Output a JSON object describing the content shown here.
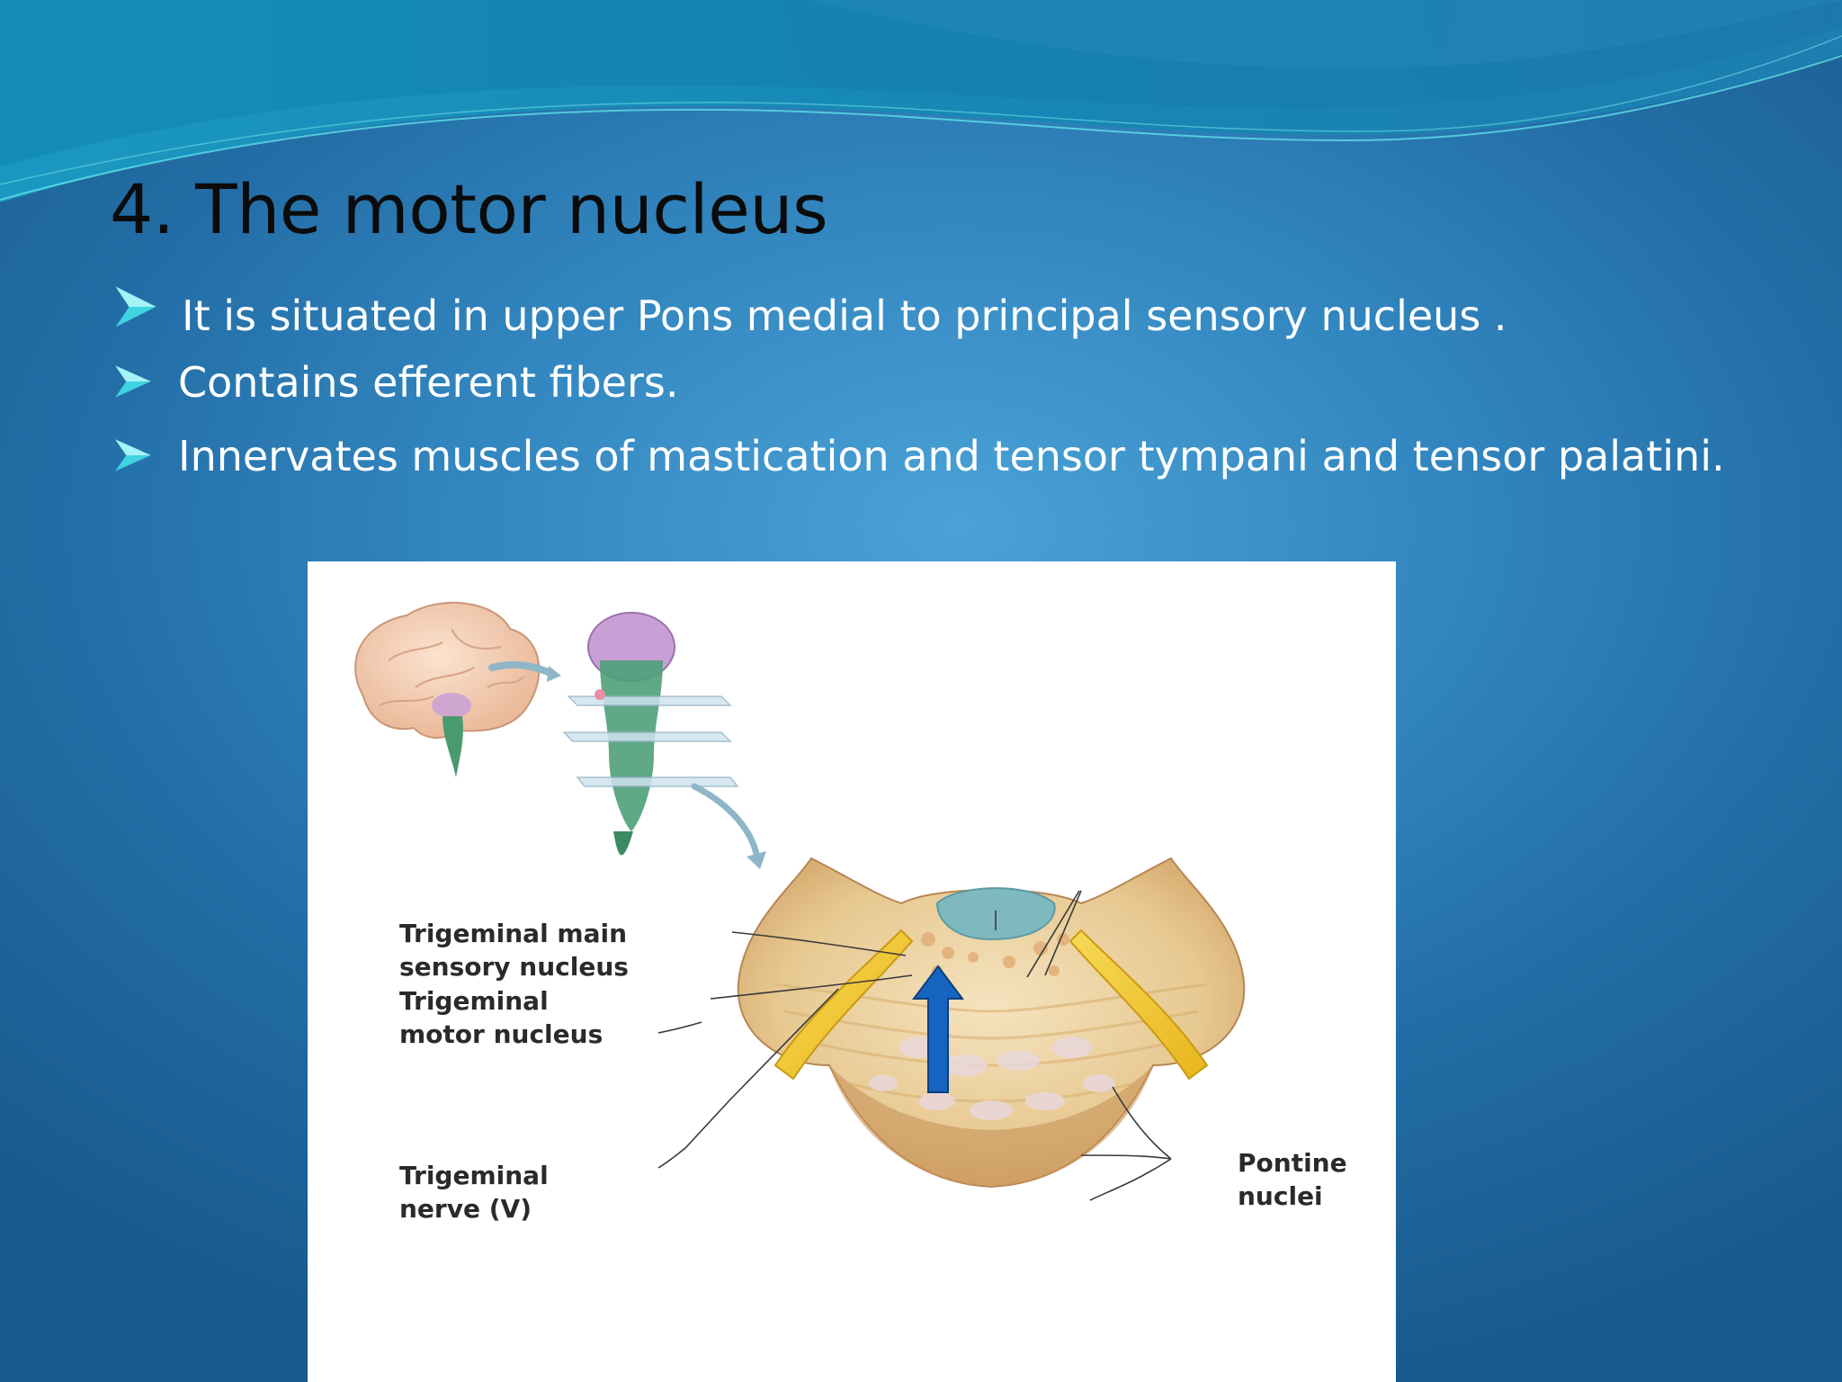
{
  "slide": {
    "title": "4. The motor nucleus",
    "bullets": [
      "It is situated in upper Pons medial to principal sensory nucleus .",
      "Contains efferent fibers.",
      "Innervates muscles of mastication and tensor tympani and tensor palatini."
    ]
  },
  "figure": {
    "labels": {
      "main_sensory_1": "Trigeminal main",
      "main_sensory_2": "sensory nucleus",
      "motor_1": "Trigeminal",
      "motor_2": "motor nucleus",
      "nerve_1": "Trigeminal",
      "nerve_2": "nerve (V)",
      "pontine_1": "Pontine",
      "pontine_2": "nuclei"
    }
  },
  "colors": {
    "bullet_arrow": "#3fd3e0",
    "pointer_arrow": "#1565c0",
    "nerve": "#f2c530",
    "pons_tissue": "#e9cf9f"
  },
  "icons": [
    "bullet-arrow-icon",
    "brain-icon",
    "brainstem-icon",
    "blue-arrow-icon"
  ]
}
